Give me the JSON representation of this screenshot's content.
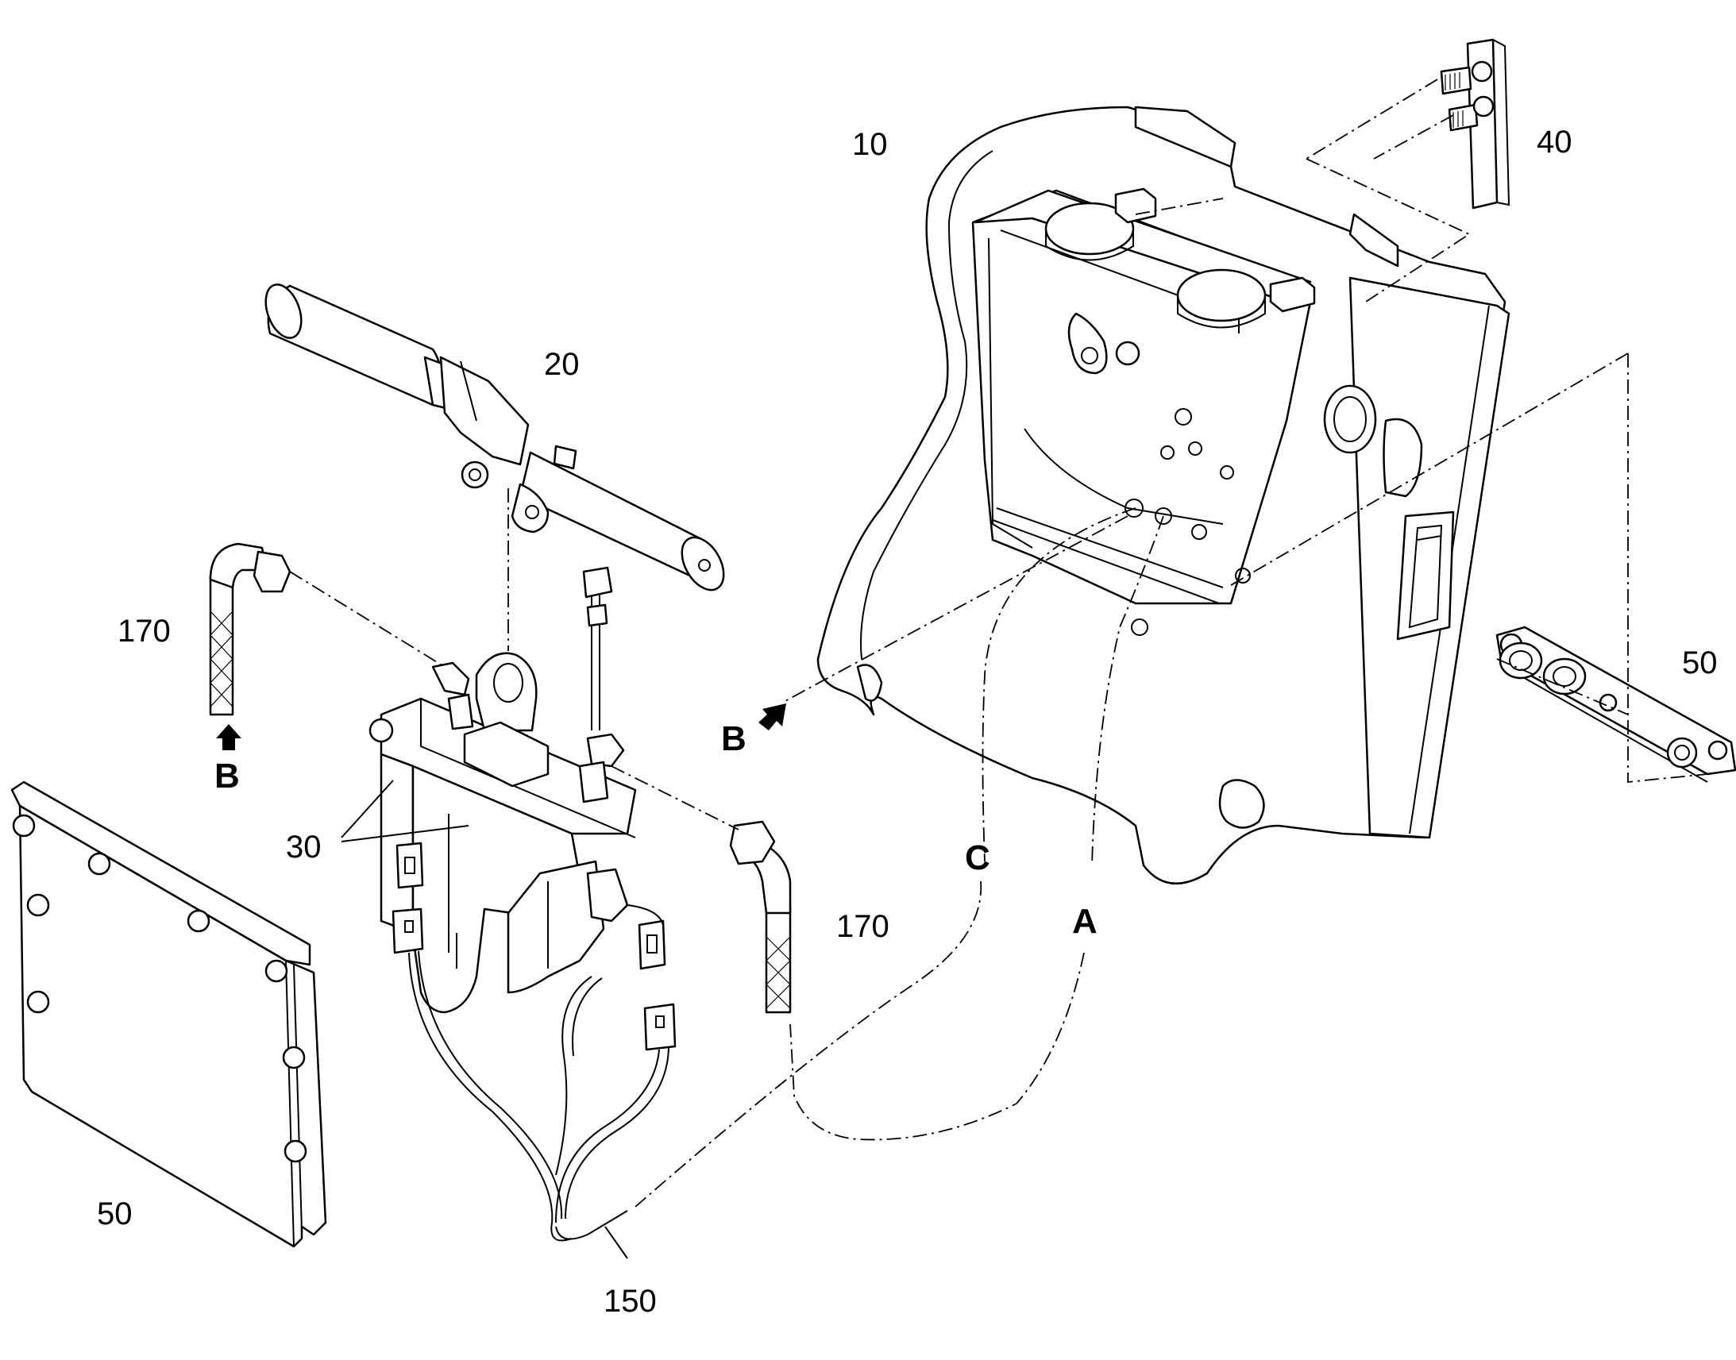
{
  "labels": {
    "p10": "10",
    "p20": "20",
    "p30": "30",
    "p40": "40",
    "p50_left": "50",
    "p50_right": "50",
    "p150": "150",
    "p170_left": "170",
    "p170_right": "170"
  },
  "connection_markers": {
    "a": "A",
    "b_left": "B",
    "b_center": "B",
    "c": "C"
  }
}
